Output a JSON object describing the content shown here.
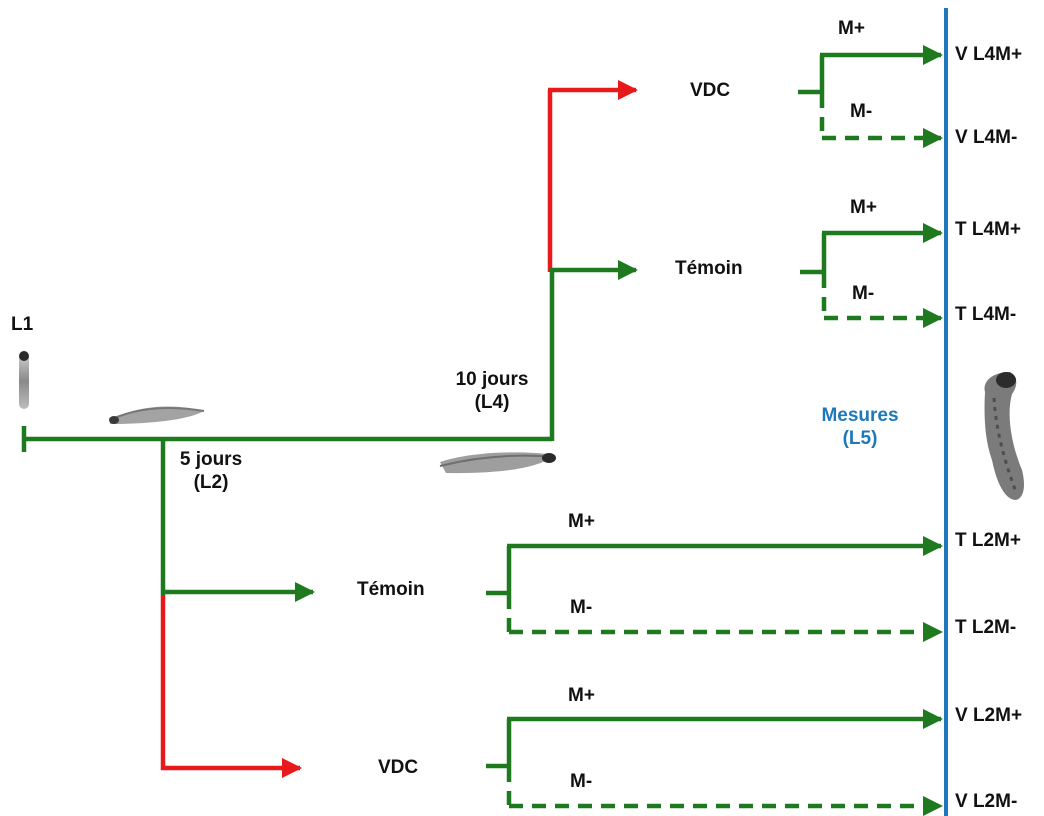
{
  "colors": {
    "green": "#1f7a1f",
    "red": "#e8191a",
    "blue": "#1f78b9",
    "text": "#111111"
  },
  "labels": {
    "l1": "L1",
    "l2_day": "5 jours",
    "l2_stage": "(L2)",
    "l4_day": "10 jours",
    "l4_stage": "(L4)",
    "measures": "Mesures",
    "measures_stage": "(L5)"
  },
  "groups": {
    "vdc_l4": "VDC",
    "temoin_l4": "Témoin",
    "temoin_l2": "Témoin",
    "vdc_l2": "VDC"
  },
  "branches": {
    "m_plus": "M+",
    "m_minus": "M-"
  },
  "outcomes": {
    "v_l4_plus": "V L4M+",
    "v_l4_minus": "V L4M-",
    "t_l4_plus": "T L4M+",
    "t_l4_minus": "T L4M-",
    "t_l2_plus": "T L2M+",
    "t_l2_minus": "T L2M-",
    "v_l2_plus": "V L2M+",
    "v_l2_minus": "V L2M-"
  },
  "icons": [
    "larva-l1-icon",
    "larva-l2-icon",
    "larva-l4-icon",
    "larva-l5-icon"
  ]
}
